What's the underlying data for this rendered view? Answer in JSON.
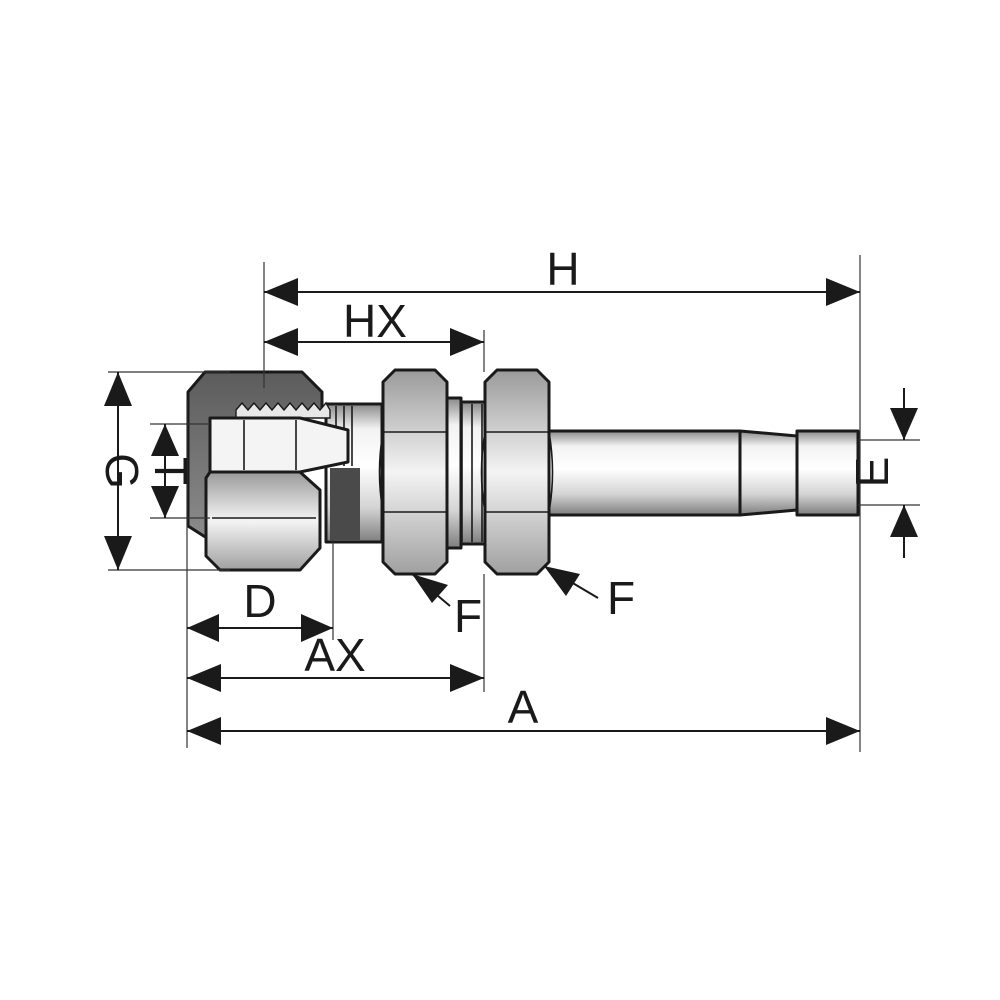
{
  "labels": {
    "H": "H",
    "HX": "HX",
    "G": "G",
    "T": "T",
    "E": "E",
    "F1": "F",
    "F2": "F",
    "D": "D",
    "AX": "AX",
    "A": "A"
  }
}
